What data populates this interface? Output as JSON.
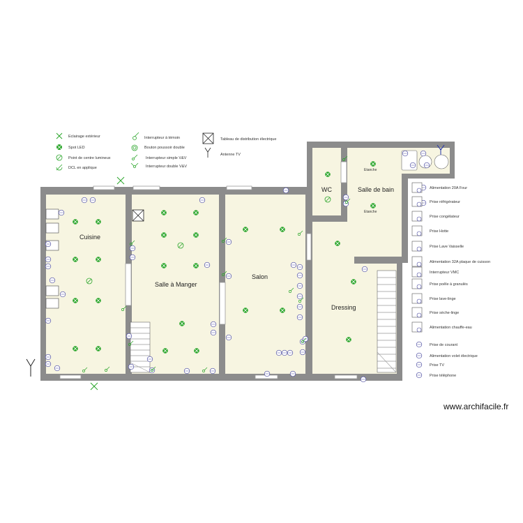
{
  "legend_left": [
    {
      "icon": "exterior-light-icon",
      "label": "Eclairage extérieur"
    },
    {
      "icon": "led-spot-icon",
      "label": "Spot LED"
    },
    {
      "icon": "ceiling-light-point-icon",
      "label": "Point de centre lumineux"
    },
    {
      "icon": "wall-light-icon",
      "label": "DCL en applique"
    }
  ],
  "legend_middle": [
    {
      "icon": "indicator-switch-icon",
      "label": "Interrupteur à témoin"
    },
    {
      "icon": "double-pushbutton-icon",
      "label": "Bouton poussoir double"
    },
    {
      "icon": "single-switch-icon",
      "label": "Interrupteur simple V&V"
    },
    {
      "icon": "double-switch-icon",
      "label": "Interrupteur double V&V"
    }
  ],
  "legend_top_right": [
    {
      "icon": "distribution-panel-icon",
      "label": "Tableau de distribution électrique"
    },
    {
      "icon": "tv-antenna-icon",
      "label": "Antenne TV"
    }
  ],
  "legend_right": [
    {
      "icon": "oven-outlet-icon",
      "label": "Alimentation 20A Four"
    },
    {
      "icon": "fridge-outlet-icon",
      "label": "Prise réfrigérateur"
    },
    {
      "icon": "freezer-outlet-icon",
      "label": "Prise congélateur"
    },
    {
      "icon": "hood-outlet-icon",
      "label": "Prise Hotte"
    },
    {
      "icon": "dishwasher-outlet-icon",
      "label": "Prise Lave Vaisselle"
    },
    {
      "icon": "hob-outlet-icon",
      "label": "Alimentation 32A plaque de cuisson"
    },
    {
      "icon": "vmc-switch-icon",
      "label": "Interrupteur VMC"
    },
    {
      "icon": "pellet-stove-outlet-icon",
      "label": "Prise poêle à granulés"
    },
    {
      "icon": "washer-outlet-icon",
      "label": "Prise lave-linge"
    },
    {
      "icon": "dryer-outlet-icon",
      "label": "Prise sèche-linge"
    },
    {
      "icon": "water-heater-outlet-icon",
      "label": "Alimentation chauffe-eau"
    },
    {
      "icon": "power-outlet-icon",
      "label": "Prise de courant"
    },
    {
      "icon": "shutter-outlet-icon",
      "label": "Alimentation volet électrique"
    },
    {
      "icon": "tv-outlet-icon",
      "label": "Prise TV"
    },
    {
      "icon": "phone-outlet-icon",
      "label": "Prise téléphone"
    }
  ],
  "rooms": {
    "cuisine": "Cuisine",
    "salle_a_manger": "Salle à Manger",
    "salon": "Salon",
    "wc": "WC",
    "salle_de_bain": "Salle de bain",
    "dressing": "Dressing"
  },
  "labels": {
    "etanche_1": "Etanche",
    "etanche_2": "Etanche"
  },
  "brand": "www.archifacile.fr",
  "colors": {
    "wall": "#8c8c8c",
    "floor": "#f7f5e1",
    "fixture_green": "#2aa52a",
    "outlet_blue": "#4a4aa0"
  }
}
